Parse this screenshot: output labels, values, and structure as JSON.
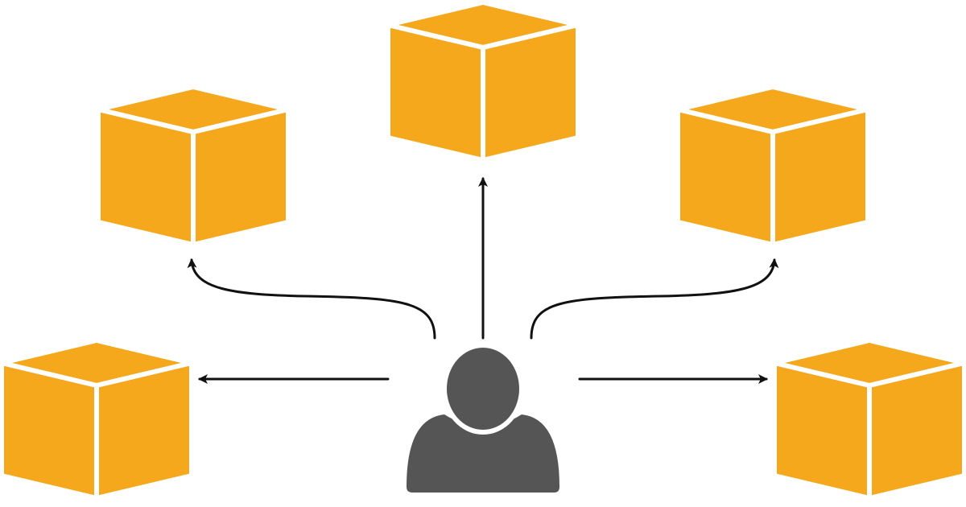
{
  "diagram": {
    "colors": {
      "background": "#ffffff",
      "box_top": "#f5a81c",
      "box_left": "#f5a81c",
      "box_right": "#f5a81c",
      "box_separator": "#ffffff",
      "user": "#555555",
      "arrow": "#111111"
    },
    "nodes": [
      {
        "id": "user",
        "type": "user",
        "icon": "person-icon"
      },
      {
        "id": "box-1",
        "type": "box",
        "icon": "cube-icon"
      },
      {
        "id": "box-2",
        "type": "box",
        "icon": "cube-icon"
      },
      {
        "id": "box-3",
        "type": "box",
        "icon": "cube-icon"
      },
      {
        "id": "box-4",
        "type": "box",
        "icon": "cube-icon"
      },
      {
        "id": "box-5",
        "type": "box",
        "icon": "cube-icon"
      }
    ],
    "edges": [
      {
        "from": "user",
        "to": "box-1"
      },
      {
        "from": "user",
        "to": "box-2"
      },
      {
        "from": "user",
        "to": "box-3"
      },
      {
        "from": "user",
        "to": "box-4"
      },
      {
        "from": "user",
        "to": "box-5"
      }
    ]
  }
}
